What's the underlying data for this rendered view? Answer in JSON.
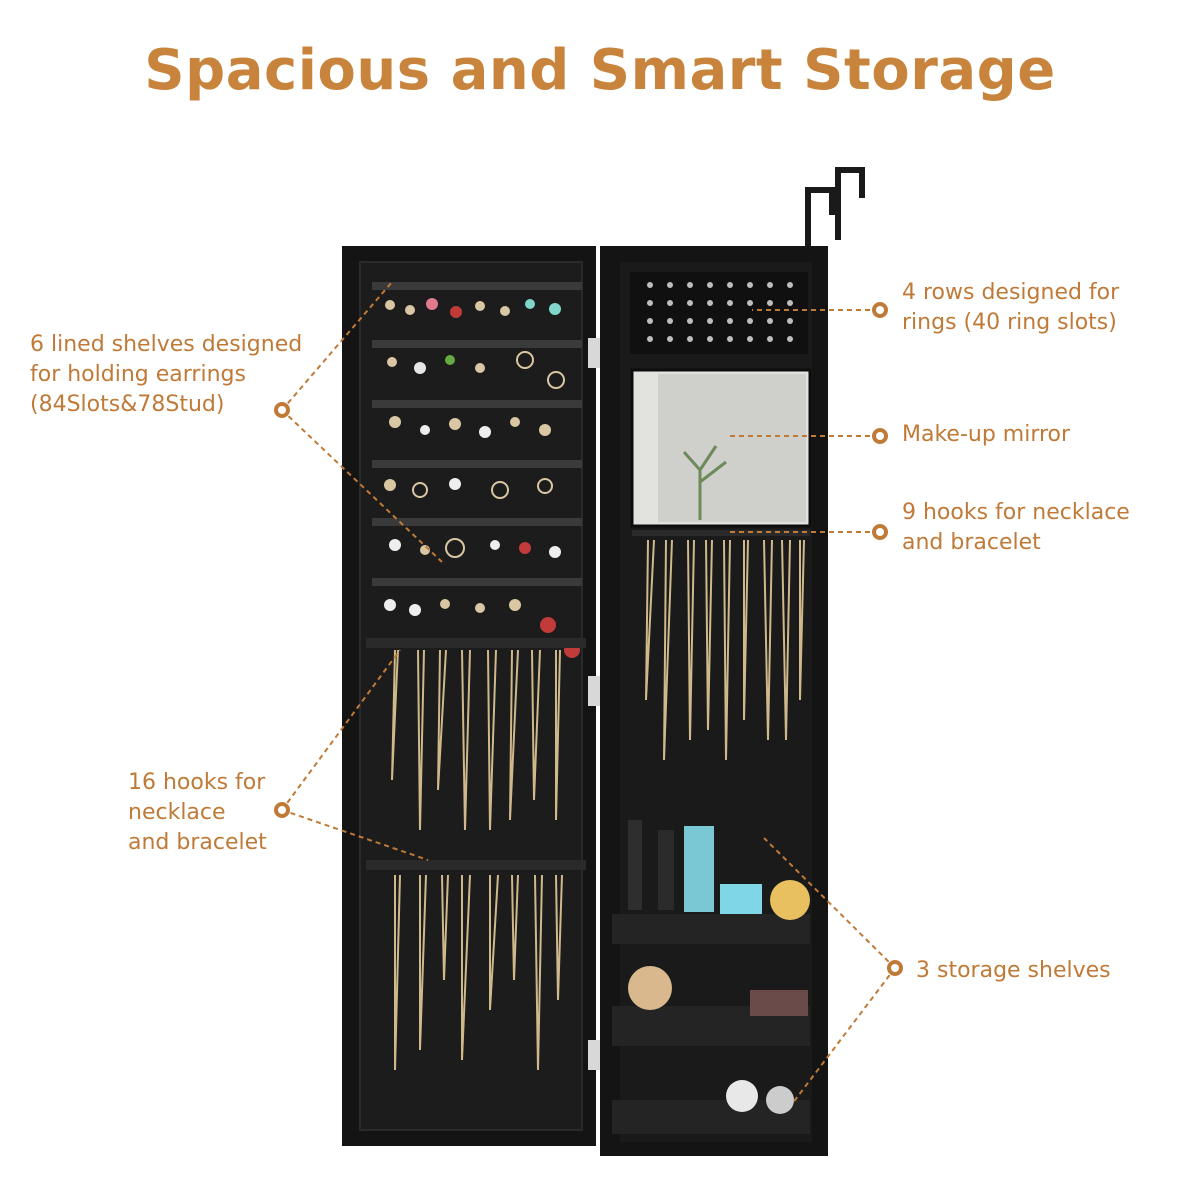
{
  "title": "Spacious and Smart Storage",
  "colors": {
    "accent": "#c8843c",
    "cabinet": "#141414",
    "background": "#ffffff"
  },
  "callouts": {
    "earrings": {
      "lines": [
        "6 lined shelves designed",
        "for holding earrings",
        "(84Slots&78Stud)"
      ]
    },
    "rings": {
      "lines": [
        "4 rows designed for",
        "rings (40 ring slots)"
      ]
    },
    "mirror": {
      "lines": [
        "Make-up mirror"
      ]
    },
    "hooks9": {
      "lines": [
        "9 hooks for necklace",
        "and bracelet"
      ]
    },
    "hooks16": {
      "lines": [
        "16 hooks for",
        "necklace",
        "and bracelet"
      ]
    },
    "shelves": {
      "lines": [
        "3 storage shelves"
      ]
    }
  }
}
